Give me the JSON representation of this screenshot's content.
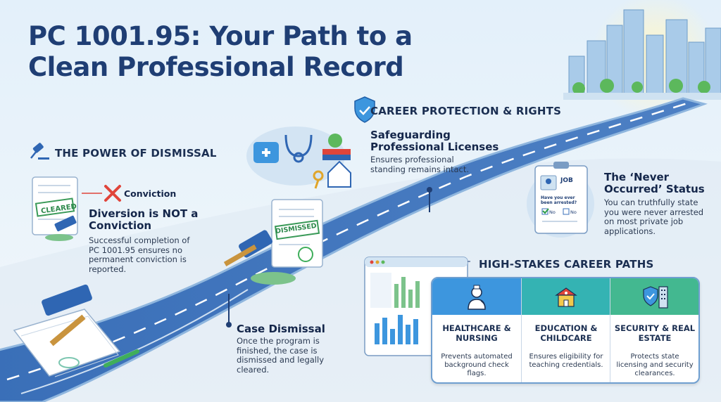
{
  "title": "PC 1001.95: Your Path to a Clean Professional Record",
  "dismissal_section": {
    "heading": "THE POWER OF DISMISSAL",
    "doc_stamp": "CLEARED",
    "conviction_label": "Conviction",
    "point_title": "Diversion is NOT a Conviction",
    "point_text": "Successful completion of PC 1001.95 ensures no permanent conviction is reported."
  },
  "case_dismissal": {
    "doc_stamp": "DISMISSED",
    "title": "Case Dismissal",
    "text": "Once the program is finished, the case is dismissed and legally cleared."
  },
  "career_protection": {
    "heading": "CAREER PROTECTION & RIGHTS",
    "title": "Safeguarding Professional Licenses",
    "text": "Ensures professional standing remains intact."
  },
  "never_occurred": {
    "form_label": "JOB",
    "form_question": "Have you ever been arrested?",
    "option_no_checked": "No",
    "option_no": "No",
    "title": "The ‘Never Occurred’ Status",
    "text": "You can truthfully state you were never arrested on most private job applications."
  },
  "career_paths": {
    "heading": "HIGH-STAKES CAREER PATHS",
    "items": [
      {
        "name": "HEALTHCARE & NURSING",
        "desc": "Prevents automated background check flags.",
        "icon": "nurse-icon",
        "color": "#3d96de"
      },
      {
        "name": "EDUCATION & CHILDCARE",
        "desc": "Ensures eligibility for teaching credentials.",
        "icon": "school-icon",
        "color": "#34b3b3"
      },
      {
        "name": "SECURITY & REAL ESTATE",
        "desc": "Protects state licensing and security clearances.",
        "icon": "shield-building-icon",
        "color": "#43b890"
      }
    ]
  },
  "colors": {
    "navy": "#1f3e74",
    "road": "#2f5fa8",
    "accent_green": "#4caf50",
    "accent_red": "#e0453b"
  }
}
